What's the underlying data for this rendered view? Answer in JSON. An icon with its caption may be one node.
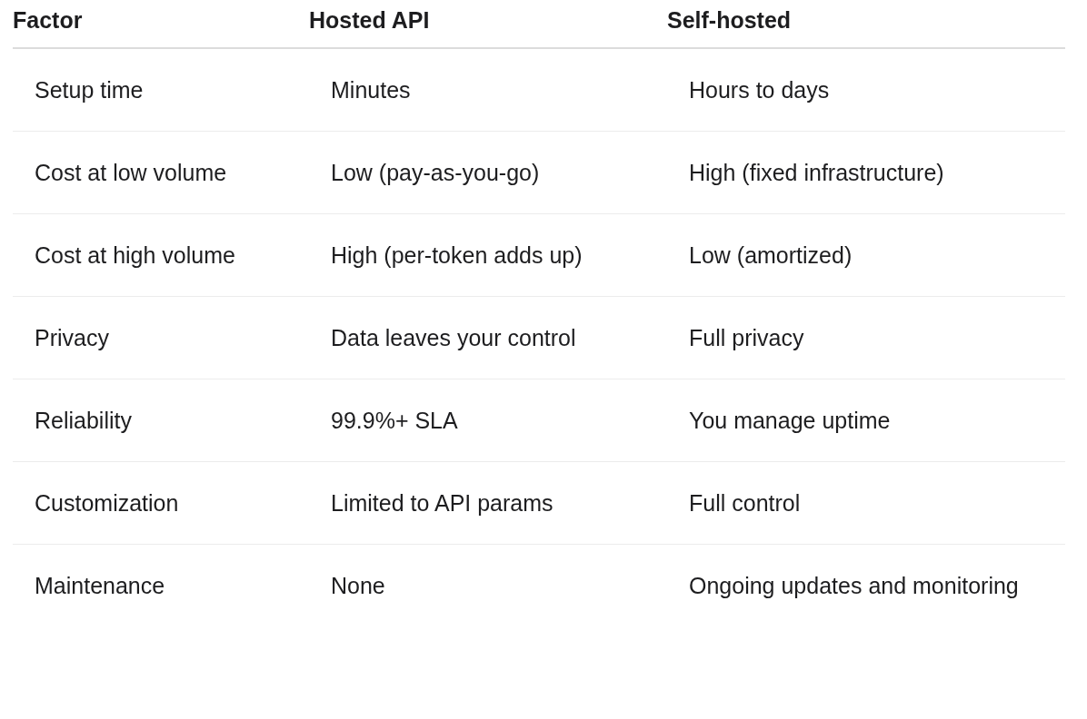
{
  "diagram": {
    "labels": [
      "Factor",
      "Hosted API",
      "Self-hosted",
      "Setup time",
      "Minutes",
      "Hours to days",
      "Cost at low volume",
      "Low (pay-as-you-go)",
      "High (fixed infrastructure)",
      "Cost at high volume",
      "High (per-token adds up)",
      "Low (amortized)",
      "Privacy",
      "Data leaves your control",
      "Full privacy",
      "Reliability",
      "99.9%+ SLA",
      "You manage uptime",
      "Customization",
      "Limited to API params",
      "Full control",
      "Maintenance",
      "None",
      "Ongoing updates and monitoring"
    ]
  }
}
